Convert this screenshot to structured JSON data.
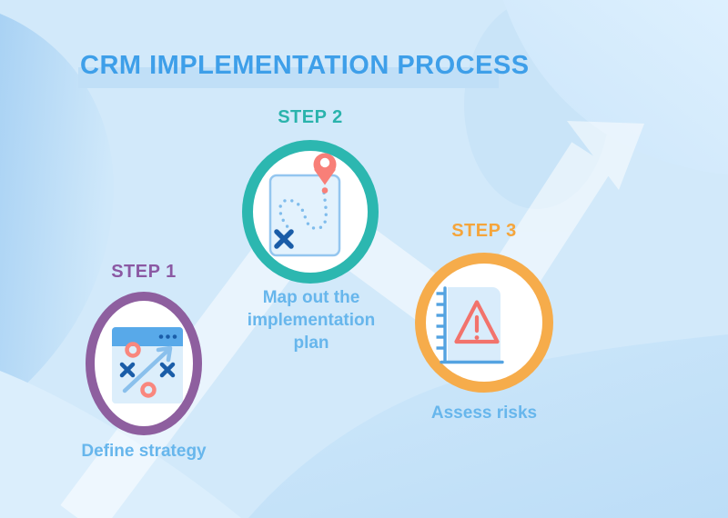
{
  "title": {
    "text": "CRM IMPLEMENTATION PROCESS",
    "color": "#3E9FE9",
    "highlight_color": "#C0DFF7"
  },
  "background": {
    "base_color": "#D2E9FA",
    "left_wave_color": "#A9D2F4",
    "bottom_right_wave_color": "#BCDDF7",
    "arrow_color": "#E9F4FD"
  },
  "steps": [
    {
      "label": "STEP 1",
      "label_color": "#8B59A3",
      "ring_color": "#8E5F9F",
      "caption": "Define strategy",
      "icon": "strategy-board-icon"
    },
    {
      "label": "STEP 2",
      "label_color": "#2AB3AC",
      "ring_color": "#2CB7B0",
      "caption": "Map out the implementation plan",
      "icon": "map-route-icon"
    },
    {
      "label": "STEP 3",
      "label_color": "#F5A53B",
      "ring_color": "#F6AC4B",
      "caption": "Assess risks",
      "icon": "risk-warning-icon"
    }
  ],
  "caption_color": "#67B6EC",
  "icon_colors": {
    "coral": "#F9877E",
    "dark_blue": "#1A5DA8",
    "medium_blue": "#58A9E9",
    "light_blue_fill": "#DCEEFB",
    "pin_red": "#F87F78",
    "warning_red": "#F2736C"
  }
}
